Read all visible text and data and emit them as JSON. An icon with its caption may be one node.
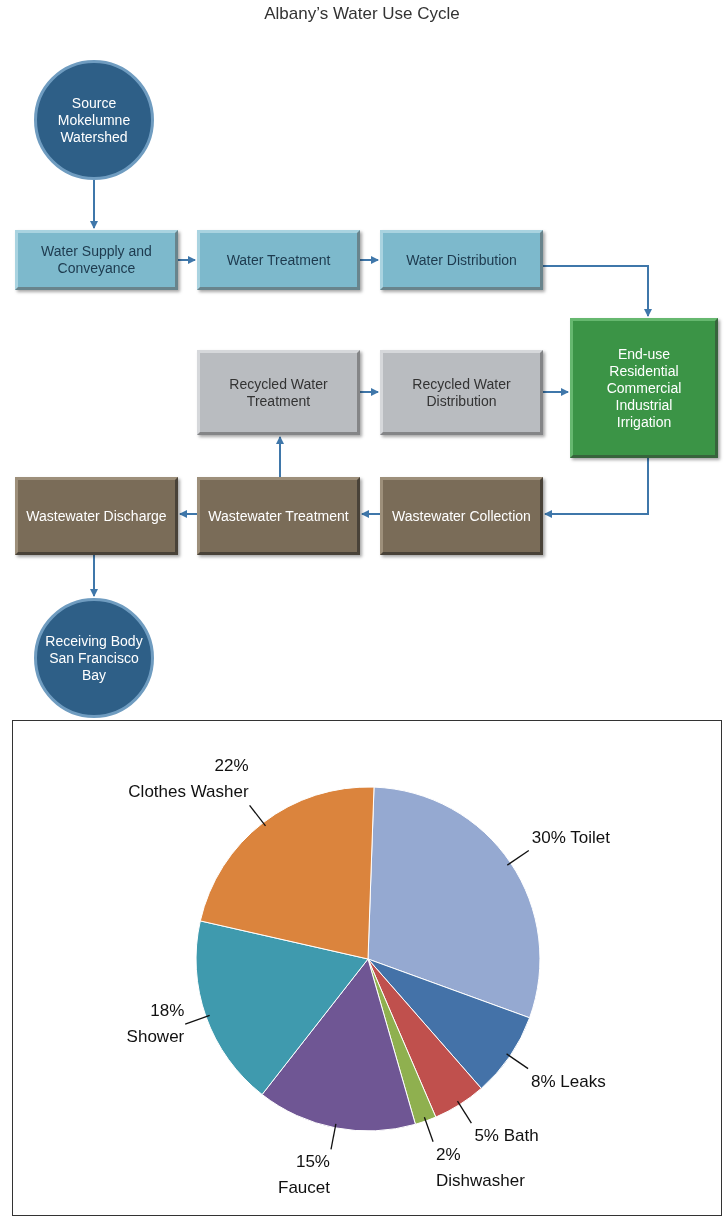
{
  "diagram": {
    "title": "Albany’s Water Use Cycle",
    "nodes": [
      {
        "text": [
          "Source",
          "Mokelumne Watershed"
        ]
      },
      {
        "text": [
          "Water Supply and Conveyance"
        ]
      },
      {
        "text": [
          "Water Treatment"
        ]
      },
      {
        "text": [
          "Water Distribution"
        ]
      },
      {
        "text": [
          "End-use",
          "Residential",
          "Commercial",
          "Industrial",
          "Irrigation"
        ]
      },
      {
        "text": [
          "Recycled Water Treatment"
        ]
      },
      {
        "text": [
          "Recycled Water Distribution"
        ]
      },
      {
        "text": [
          "Wastewater Discharge"
        ]
      },
      {
        "text": [
          "Wastewater Treatment"
        ]
      },
      {
        "text": [
          "Wastewater Collection"
        ]
      },
      {
        "text": [
          "Receiving Body",
          "San Francisco Bay"
        ]
      }
    ],
    "edges": [
      {
        "from": 0,
        "to": 1,
        "arrow": "to"
      },
      {
        "from": 1,
        "to": 2,
        "arrow": "to"
      },
      {
        "from": 2,
        "to": 3,
        "arrow": "to"
      },
      {
        "from": 3,
        "to": 4,
        "arrow": "to"
      },
      {
        "from": 5,
        "to": 6,
        "arrow": "to"
      },
      {
        "from": 6,
        "to": 4,
        "arrow": "to"
      },
      {
        "from": 4,
        "to": 9,
        "arrow": "to"
      },
      {
        "from": 9,
        "to": 8,
        "arrow": "to"
      },
      {
        "from": 8,
        "to": 7,
        "arrow": "to"
      },
      {
        "from": 8,
        "to": 5,
        "arrow": "to"
      },
      {
        "from": 7,
        "to": 10,
        "arrow": "to"
      }
    ],
    "chart_data": {
      "type": "pie",
      "categories": [
        "Toilet",
        "Leaks",
        "Bath",
        "Dishwasher",
        "Faucet",
        "Shower",
        "Clothes Washer"
      ],
      "values": [
        30,
        8,
        5,
        2,
        15,
        18,
        22
      ],
      "value_labels": [
        "30%",
        "8%",
        "5%",
        "2%",
        "15%",
        "18%",
        "22%"
      ],
      "data_labels": true
    }
  }
}
